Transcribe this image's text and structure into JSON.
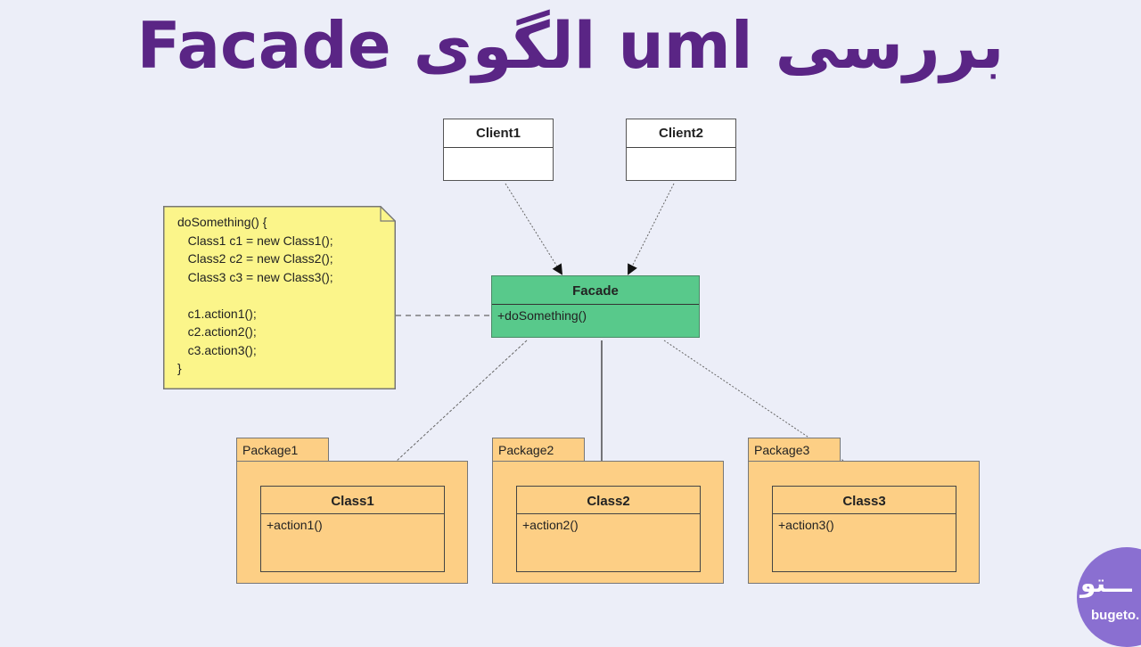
{
  "title": "بررسی uml الگوی Facade",
  "clients": [
    {
      "name": "Client1"
    },
    {
      "name": "Client2"
    }
  ],
  "facade": {
    "name": "Facade",
    "method": "+doSomething()",
    "color": "#58c98b"
  },
  "note": {
    "lines": [
      "doSomething() {",
      "   Class1 c1 = new Class1();",
      "   Class2 c2 = new Class2();",
      "   Class3 c3 = new Class3();",
      "",
      "   c1.action1();",
      "   c2.action2();",
      "   c3.action3();",
      "}"
    ],
    "color": "#fbf58a"
  },
  "packages": [
    {
      "name": "Package1",
      "class_name": "Class1",
      "method": "+action1()"
    },
    {
      "name": "Package2",
      "class_name": "Class2",
      "method": "+action2()"
    },
    {
      "name": "Package3",
      "class_name": "Class3",
      "method": "+action3()"
    }
  ],
  "package_color": "#fdcf85",
  "badge": {
    "persian": "ـــتو",
    "site": "bugeto."
  }
}
